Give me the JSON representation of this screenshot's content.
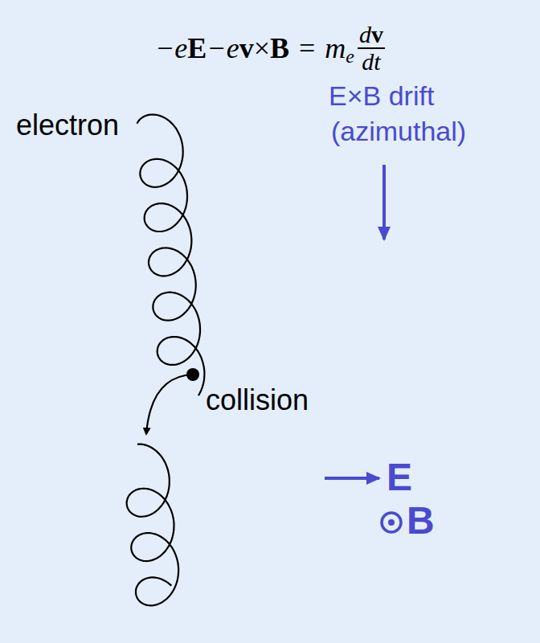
{
  "diagram": {
    "labels": [
      "−e",
      "E",
      "−e",
      "v",
      "×",
      "B",
      "=",
      "m",
      "e",
      "d",
      "v",
      "d",
      "t",
      "electron",
      "E×B drift",
      "(azimuthal)",
      "collision",
      "E",
      "B"
    ]
  }
}
